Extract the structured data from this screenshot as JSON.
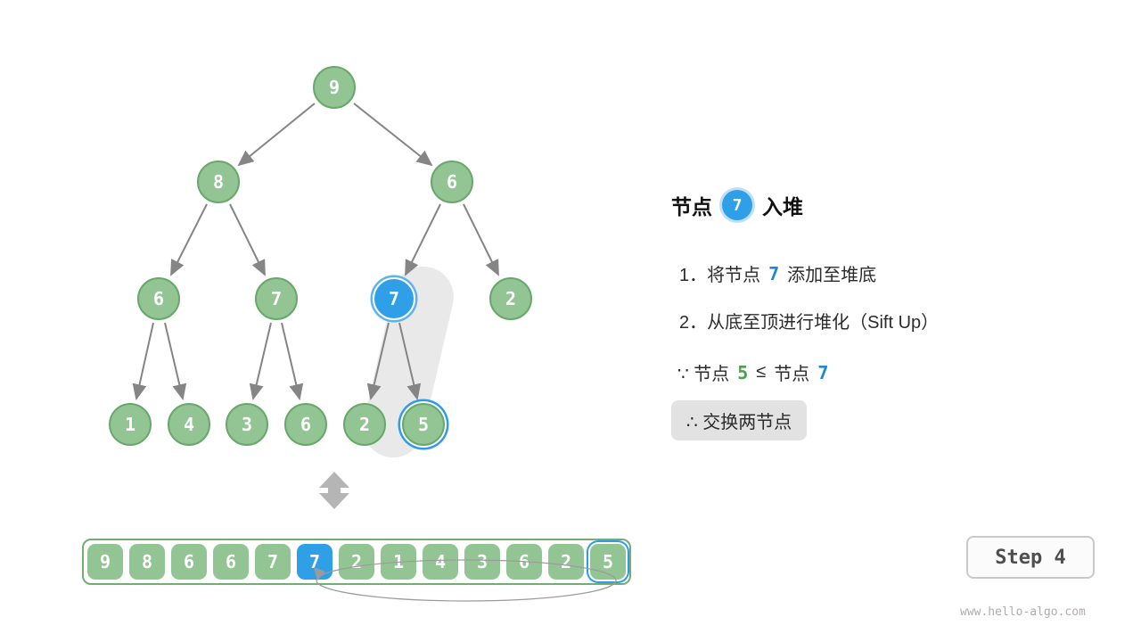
{
  "panel": {
    "title": {
      "pre": "节点",
      "node": "7",
      "post": "入堆"
    },
    "line1": {
      "pre": "1．将节点",
      "num": "7",
      "post": "添加至堆底"
    },
    "line2": "2．从底至顶进行堆化（Sift Up）",
    "line3": {
      "pre": "∵ 节点",
      "green": "5",
      "leq": "≤",
      "mid": "节点",
      "blue": "7"
    },
    "conclusion": "∴ 交换两节点"
  },
  "tree": {
    "nodes": [
      {
        "value": "9",
        "state": "green"
      },
      {
        "value": "8",
        "state": "green"
      },
      {
        "value": "6",
        "state": "green"
      },
      {
        "value": "6",
        "state": "green"
      },
      {
        "value": "7",
        "state": "green"
      },
      {
        "value": "7",
        "state": "blue"
      },
      {
        "value": "2",
        "state": "green"
      },
      {
        "value": "1",
        "state": "green"
      },
      {
        "value": "4",
        "state": "green"
      },
      {
        "value": "3",
        "state": "green"
      },
      {
        "value": "6",
        "state": "green"
      },
      {
        "value": "2",
        "state": "green"
      },
      {
        "value": "5",
        "state": "green-ring"
      }
    ]
  },
  "array": {
    "values": [
      "9",
      "8",
      "6",
      "6",
      "7",
      "7",
      "2",
      "1",
      "4",
      "3",
      "6",
      "2",
      "5"
    ]
  },
  "step_badge": "Step 4",
  "watermark": "www.hello-algo.com",
  "colors": {
    "node_green": "#93c594",
    "node_green_border": "#68a86a",
    "accent_blue": "#2f9fe8",
    "inline_blue": "#1e88d2",
    "inline_green": "#47a44a",
    "edge_gray": "#858585",
    "highlight_gray": "#e9e9e9"
  }
}
